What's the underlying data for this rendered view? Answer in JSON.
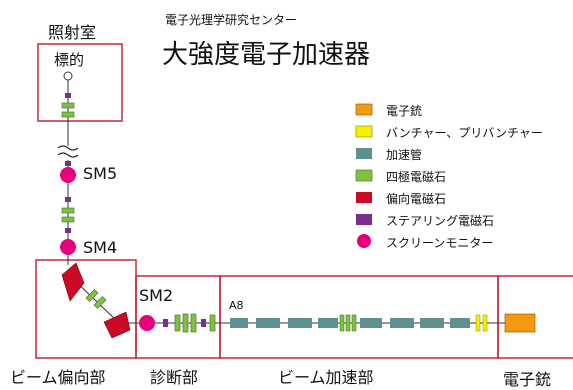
{
  "header": {
    "org": "電子光理学研究センター",
    "title": "大強度電子加速器"
  },
  "labels": {
    "irradiation_room": "照射室",
    "target": "標的",
    "sm5": "SM5",
    "sm4": "SM4",
    "sm2": "SM2",
    "a8": "A8"
  },
  "sections": {
    "deflection": "ビーム偏向部",
    "diagnostics": "診断部",
    "acceleration": "ビーム加速部",
    "gun": "電子銃"
  },
  "legend": [
    {
      "name": "gun-legend",
      "label": "電子銃",
      "color": "#f39a12"
    },
    {
      "name": "buncher-legend",
      "label": "バンチャー、プリバンチャー",
      "color": "#f4f000"
    },
    {
      "name": "tube-legend",
      "label": "加速管",
      "color": "#5f9090"
    },
    {
      "name": "quad-legend",
      "label": "四極電磁石",
      "color": "#7dc242"
    },
    {
      "name": "dipole-legend",
      "label": "偏向電磁石",
      "color": "#cc0a26"
    },
    {
      "name": "steering-legend",
      "label": "ステアリング電磁石",
      "color": "#7a2f8e"
    },
    {
      "name": "monitor-legend",
      "label": "スクリーンモニター",
      "color": "#e6007a"
    }
  ]
}
